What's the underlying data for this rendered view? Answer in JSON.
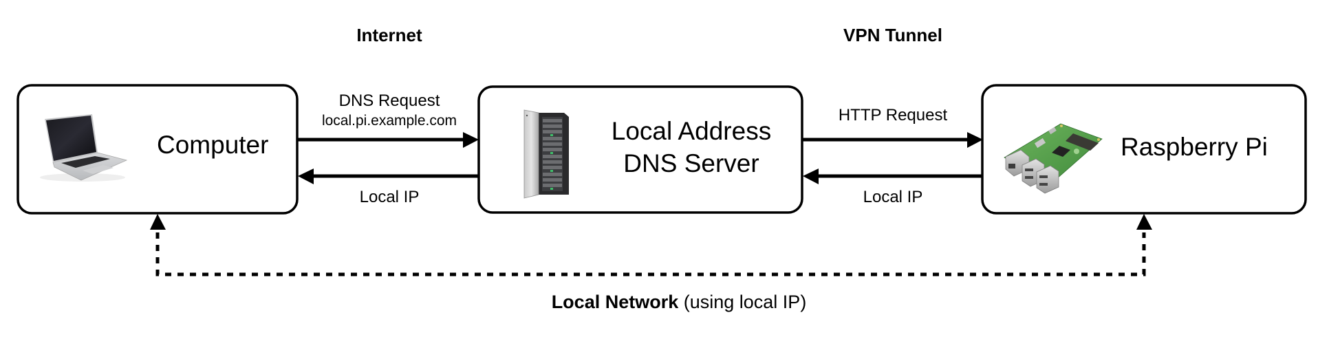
{
  "sections": {
    "internet": "Internet",
    "vpn": "VPN Tunnel"
  },
  "nodes": {
    "computer": {
      "label": "Computer",
      "icon": "laptop-icon"
    },
    "dns_server": {
      "label_line1": "Local Address",
      "label_line2": "DNS Server",
      "icon": "server-rack-icon"
    },
    "raspberry_pi": {
      "label": "Raspberry Pi",
      "icon": "raspberry-pi-board-icon"
    }
  },
  "edges": {
    "computer_to_dns": {
      "label": "DNS Request",
      "sublabel": "local.pi.example.com",
      "direction": "right"
    },
    "dns_to_computer": {
      "label": "Local IP",
      "direction": "left"
    },
    "dns_to_pi": {
      "label": "HTTP Request",
      "direction": "right"
    },
    "pi_to_dns": {
      "label": "Local IP",
      "direction": "left"
    },
    "local_network": {
      "style": "dashed",
      "direction": "both"
    }
  },
  "footer": {
    "bold": "Local Network",
    "normal": " (using local IP)"
  },
  "colors": {
    "stroke": "#000000",
    "background": "#ffffff",
    "pi_board_green": "#4f9a48",
    "server_led_green": "#3fbf6a"
  }
}
